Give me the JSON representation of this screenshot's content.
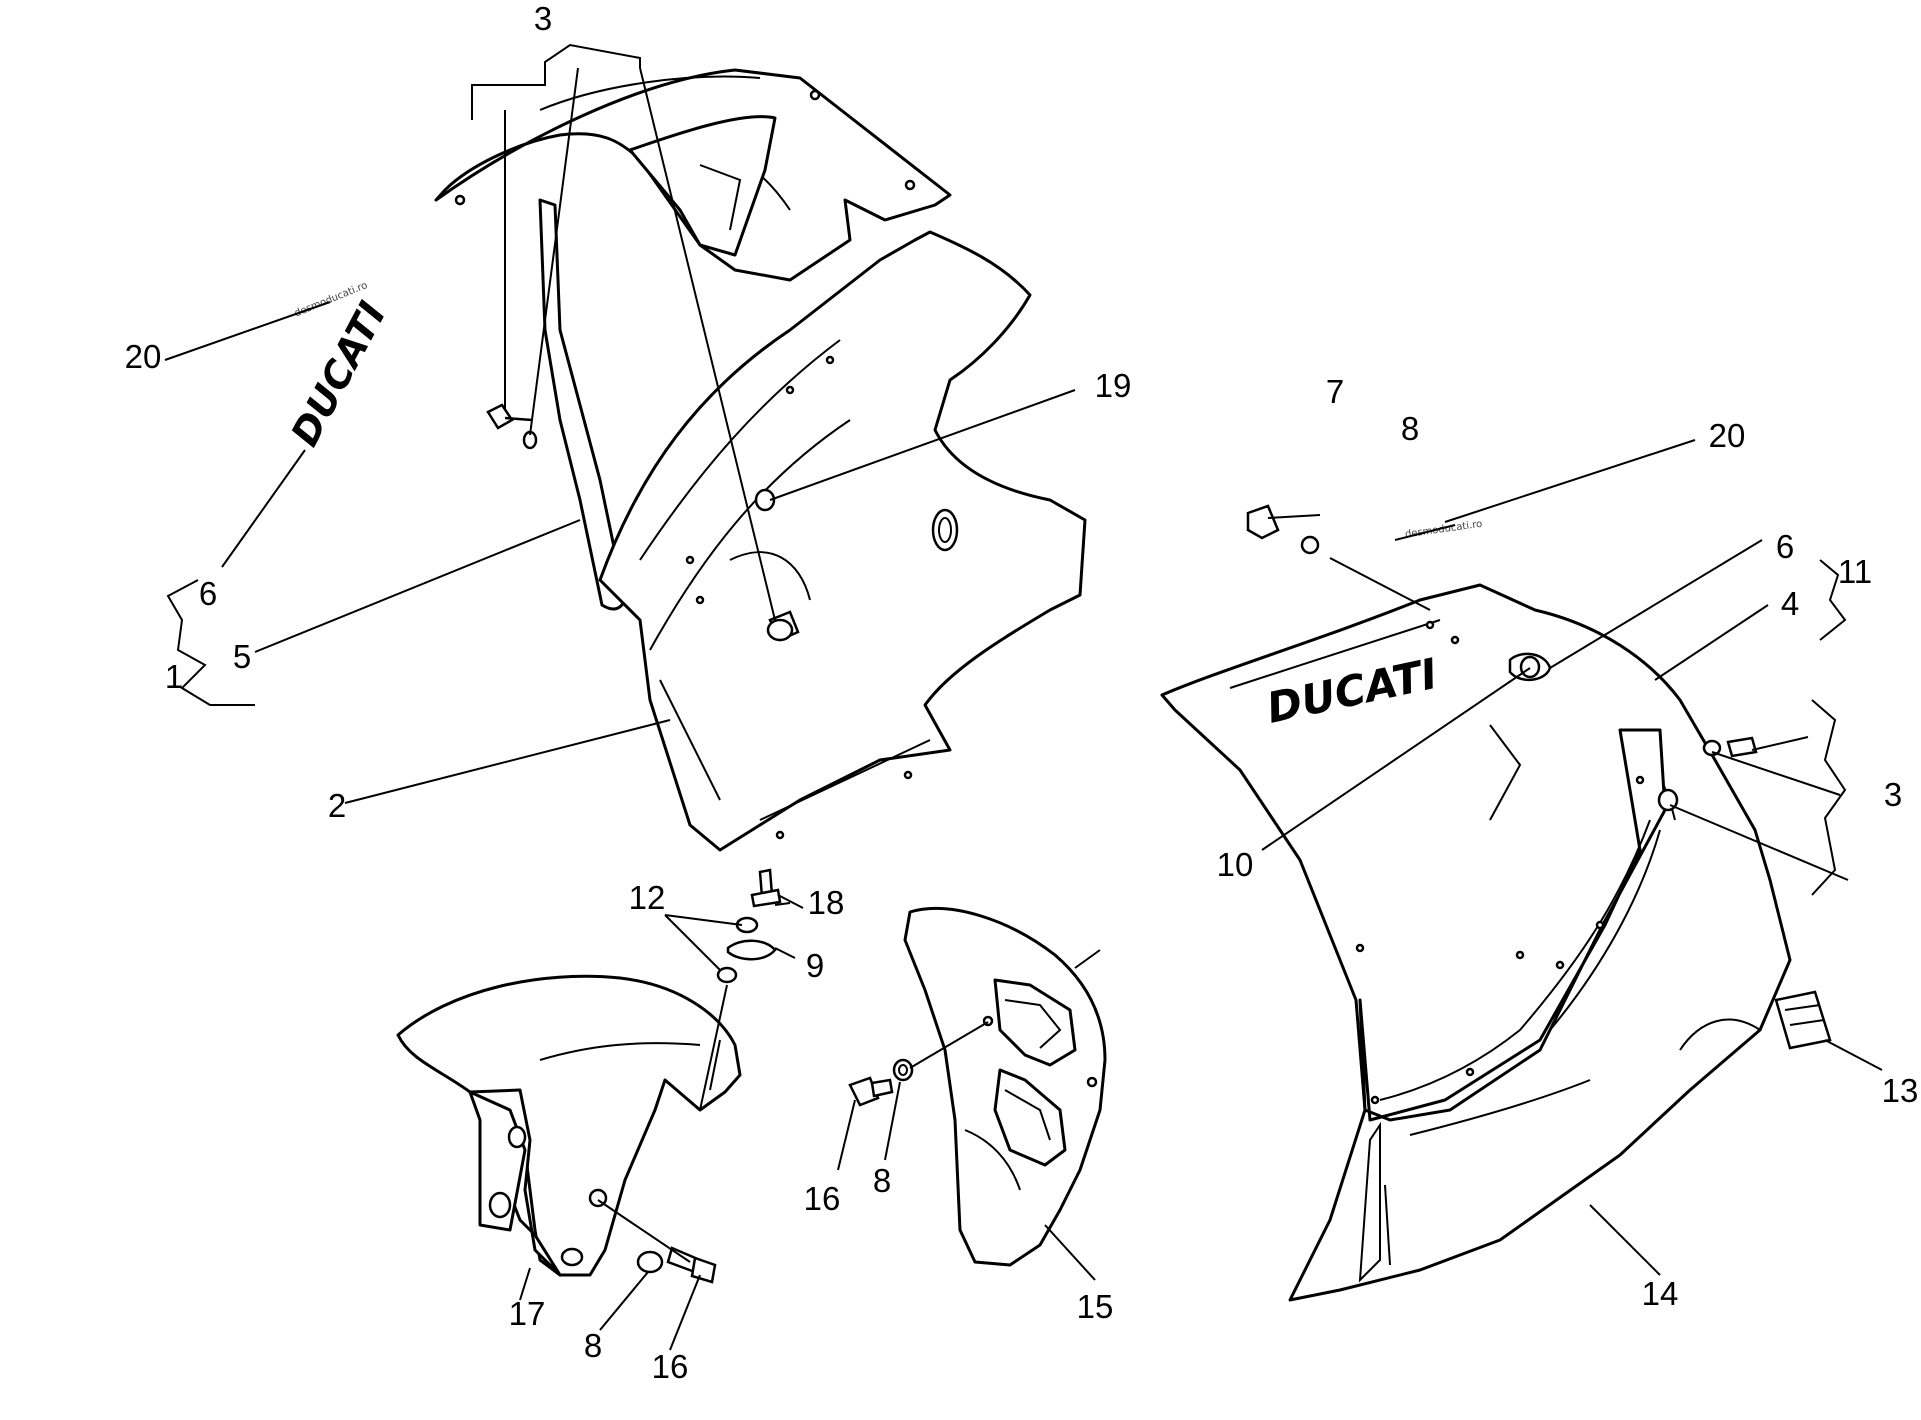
{
  "diagram": {
    "callouts": {
      "c3_top": "3",
      "c20_left": "20",
      "c6_left": "6",
      "c5": "5",
      "c1": "1",
      "c2": "2",
      "c19": "19",
      "c7": "7",
      "c8_top": "8",
      "c20_right": "20",
      "c6_right": "6",
      "c11": "11",
      "c4": "4",
      "c10": "10",
      "c3_right": "3",
      "c12": "12",
      "c18": "18",
      "c9": "9",
      "c16_mid": "16",
      "c8_mid": "8",
      "c13": "13",
      "c14": "14",
      "c15": "15",
      "c17": "17",
      "c8_bottom": "8",
      "c16_bottom": "16"
    },
    "brand_left": "DUCATI",
    "brand_right": "DUCATI",
    "watermark_left": "desmoducati.ro",
    "watermark_right": "desmoducati.ro"
  }
}
